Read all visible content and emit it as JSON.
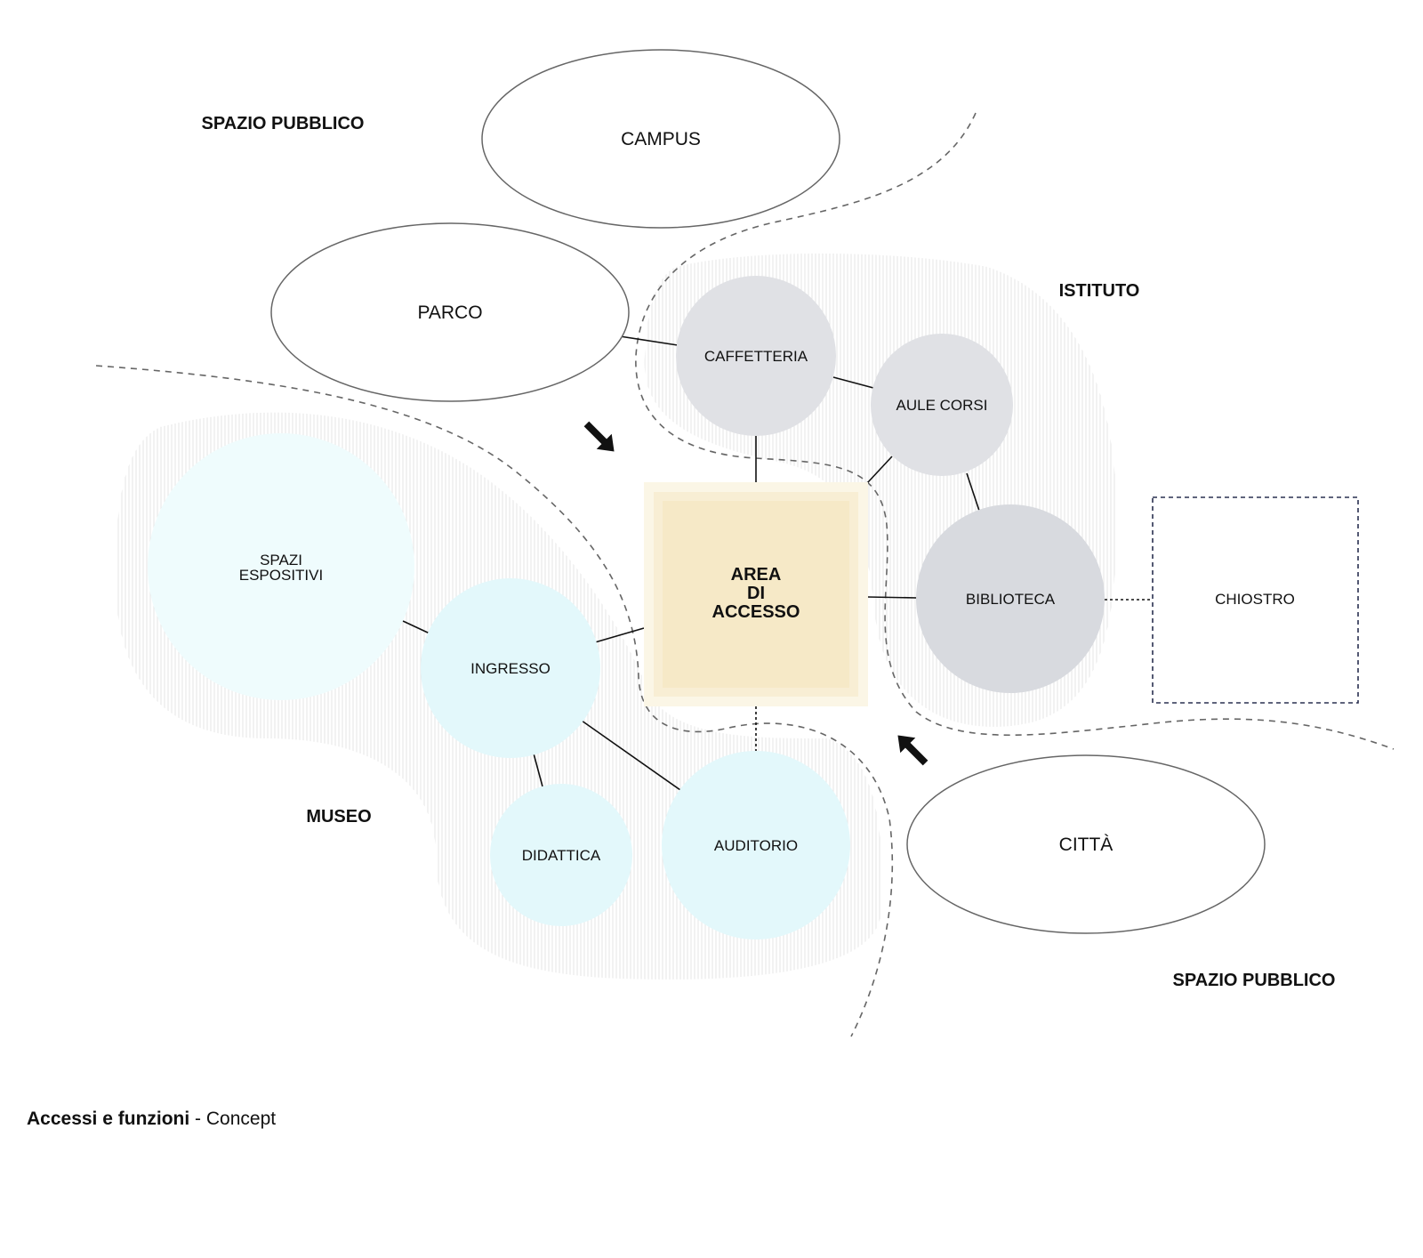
{
  "regions": {
    "spazio_pubblico_top": "SPAZIO PUBBLICO",
    "istituto": "ISTITUTO",
    "museo": "MUSEO",
    "spazio_pubblico_bottom": "SPAZIO PUBBLICO"
  },
  "context": {
    "campus": "CAMPUS",
    "parco": "PARCO",
    "citta": "CITTÀ"
  },
  "institute_nodes": {
    "caffetteria": "CAFFETTERIA",
    "aule_corsi": "AULE CORSI",
    "biblioteca": "BIBLIOTECA",
    "chiostro": "CHIOSTRO"
  },
  "museum_nodes": {
    "spazi_line1": "SPAZI",
    "spazi_line2": "ESPOSITIVI",
    "ingresso": "INGRESSO",
    "didattica": "DIDATTICA",
    "auditorio": "AUDITORIO"
  },
  "center": {
    "line1": "AREA",
    "line2": "DI",
    "line3": "ACCESSO"
  },
  "caption": {
    "bold": "Accessi e funzioni",
    "rest": " - Concept"
  },
  "colors": {
    "institute": "#e0e1e5",
    "biblioteca": "#d8dadf",
    "museum": "#e3f8fb",
    "spazi": "#effcfd",
    "access_inner": "#f6e9c7",
    "access_outer": "#fbf6e6"
  }
}
